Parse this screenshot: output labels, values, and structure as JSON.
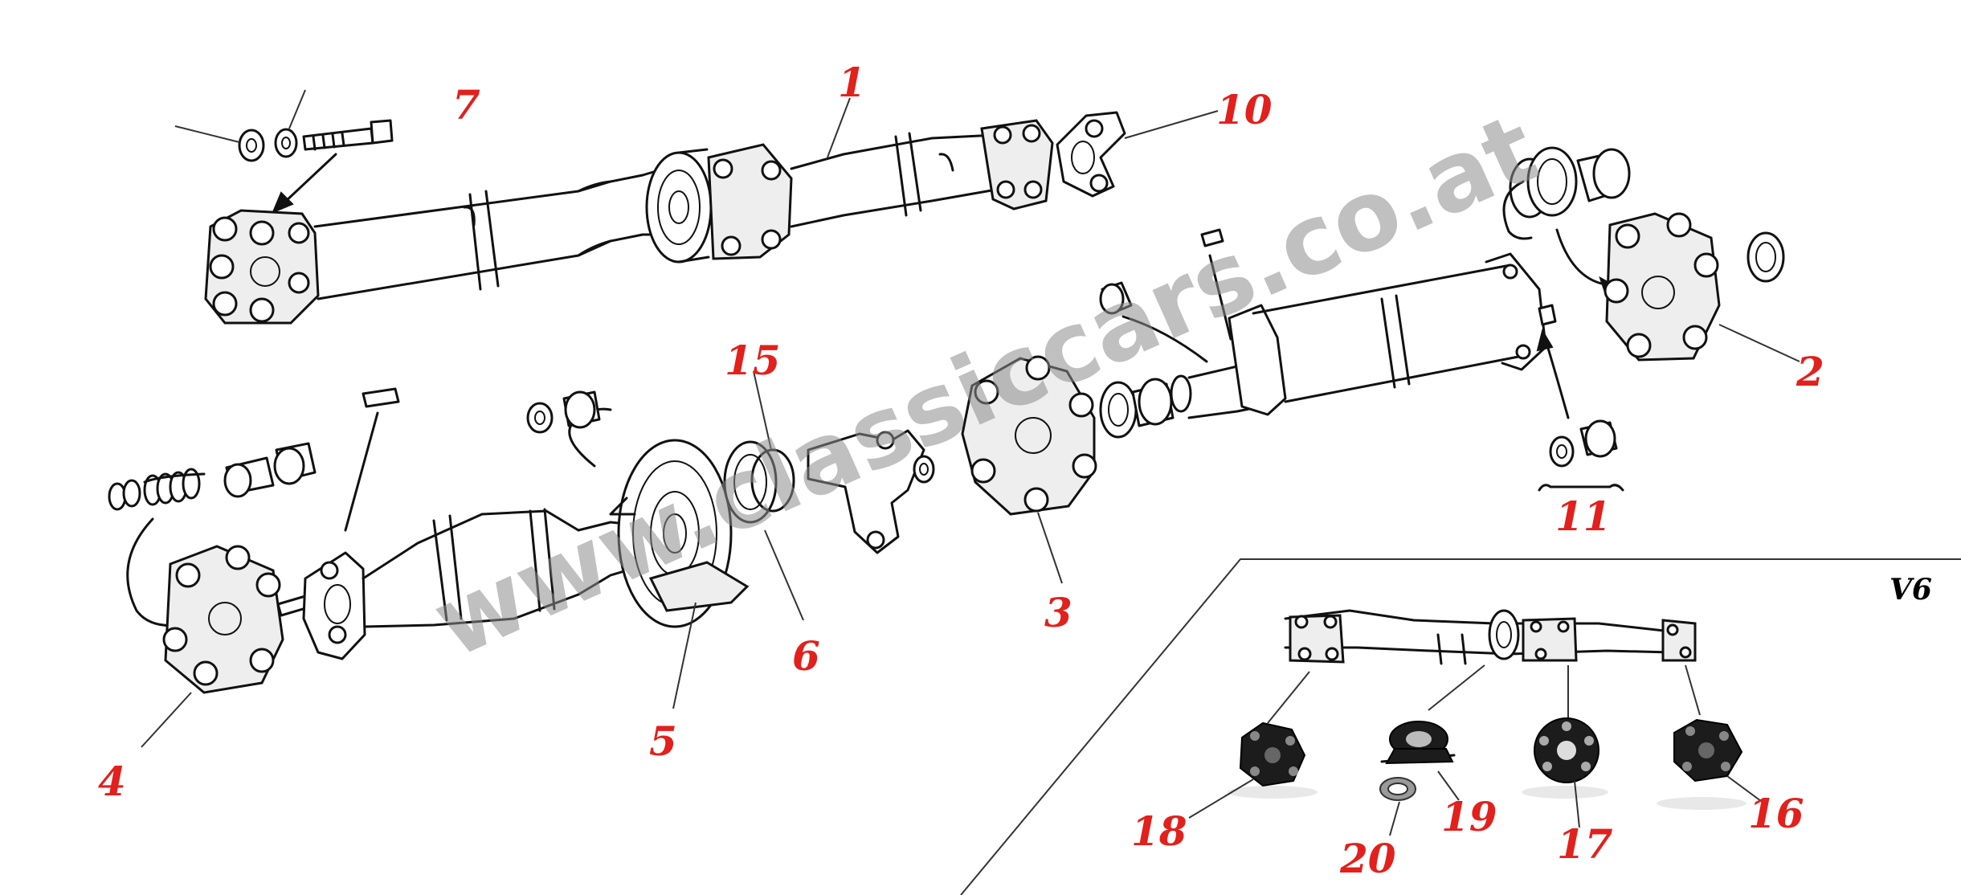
{
  "watermark": "www.classiccars.co.at",
  "inset_label": "V6",
  "colors": {
    "callout": "#e2201c",
    "line": "#111111",
    "watermark": "#8c8c8c"
  },
  "callouts": {
    "c1": "1",
    "c2": "2",
    "c3": "3",
    "c4": "4",
    "c5": "5",
    "c6": "6",
    "c7": "7",
    "c10": "10",
    "c11": "11",
    "c15": "15",
    "c16": "16",
    "c17": "17",
    "c18": "18",
    "c19": "19",
    "c20": "20"
  }
}
